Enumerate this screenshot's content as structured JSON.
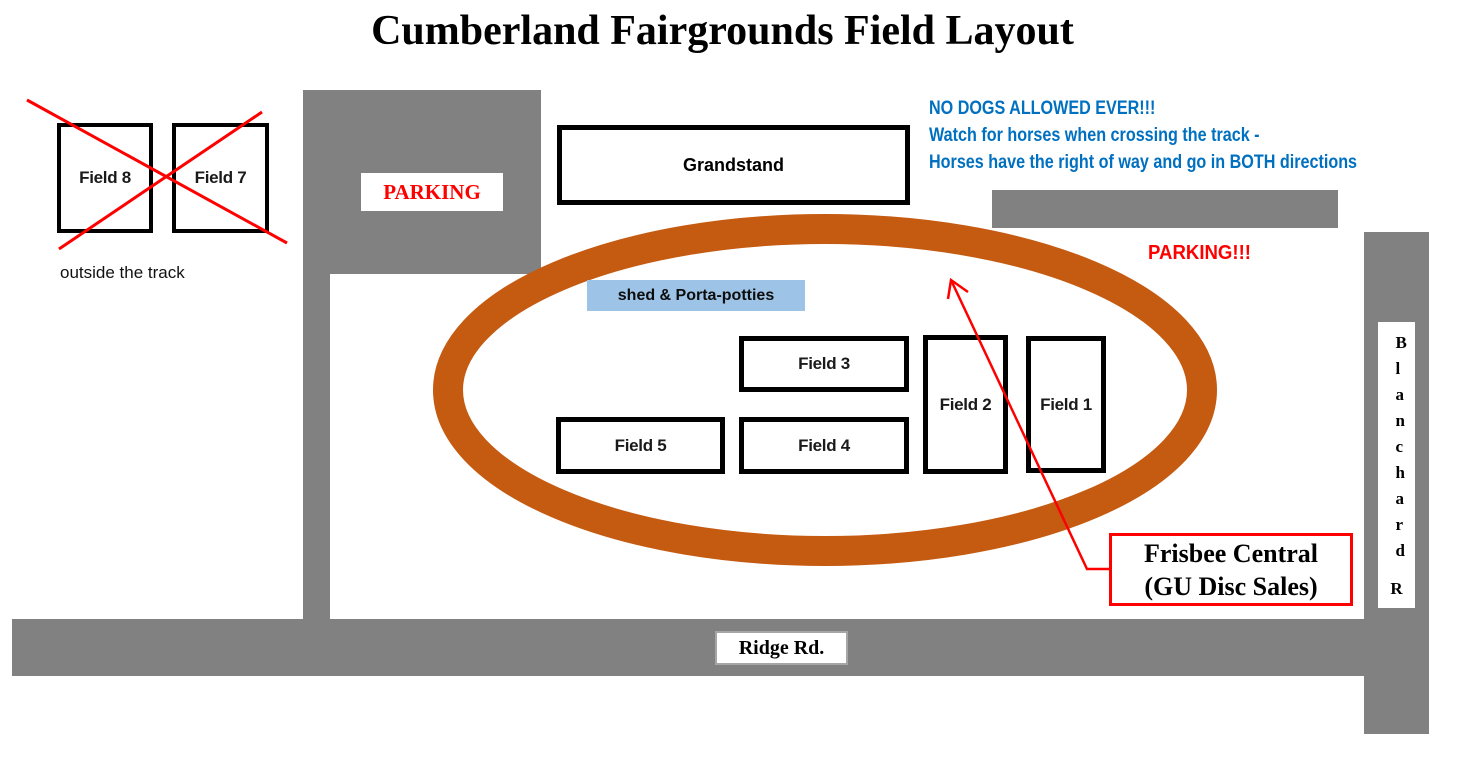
{
  "title": "Cumberland Fairgrounds Field Layout",
  "colors": {
    "road_gray": "#818181",
    "track_orange": "#C55A11",
    "warning_blue": "#0070C0",
    "alert_red": "#FF0000",
    "shed_blue": "#9DC3E6"
  },
  "outside": {
    "field8": "Field 8",
    "field7": "Field 7",
    "note": "outside the track"
  },
  "parking_left": "PARKING",
  "grandstand": "Grandstand",
  "warnings": {
    "line1": "NO DOGS ALLOWED EVER!!!",
    "line2": "Watch for horses when crossing the track -",
    "line3": "Horses have the right of way and go in BOTH directions"
  },
  "parking_right": "PARKING!!!",
  "shed": "shed & Porta-potties",
  "fields": {
    "field1": "Field 1",
    "field2": "Field 2",
    "field3": "Field 3",
    "field4": "Field 4",
    "field5": "Field 5"
  },
  "frisbee": {
    "line1": "Frisbee Central",
    "line2": "(GU Disc Sales)"
  },
  "roads": {
    "ridge": "Ridge Rd.",
    "blanchard_main": "Blanchard",
    "blanchard_tail": "R"
  }
}
